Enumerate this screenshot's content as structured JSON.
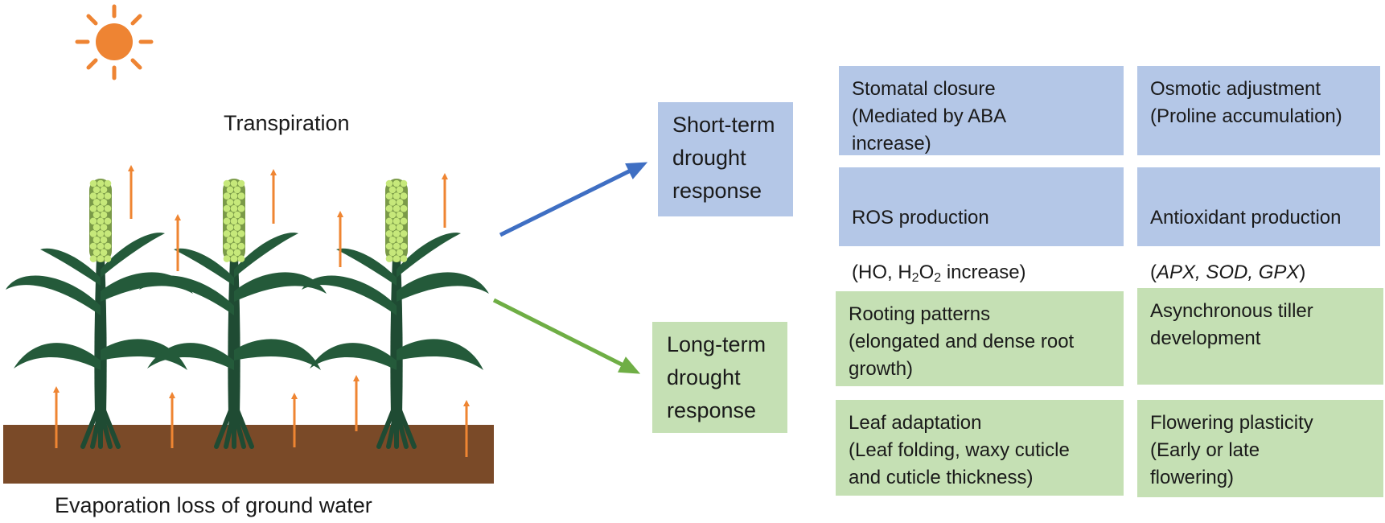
{
  "colors": {
    "sun": "#ee8433",
    "arrow_orange": "#ef8532",
    "soil": "#7a4a28",
    "stalk": "#1f4b33",
    "leaf": "#245a3a",
    "tassel": "#c6e87a",
    "blue_box": "#b4c7e7",
    "green_box": "#c5e0b4",
    "blue_arrow": "#3f6fc3",
    "green_arrow": "#6fae45"
  },
  "illustration": {
    "transpiration_label": "Transpiration",
    "ground_label": "Evaporation loss of ground water",
    "sun_icon": "sun-icon",
    "plant_icon": "millet-plant-icon"
  },
  "short_term": {
    "title": "Short-term\ndrought\nresponse",
    "boxes": {
      "stomatal": "Stomatal closure\n(Mediated by ABA\nincrease)",
      "osmotic": "Osmotic adjustment\n(Proline accumulation)",
      "ros_title": "ROS production",
      "ros_prefix": "(HO, H",
      "ros_sub1": "2",
      "ros_mid": "O",
      "ros_sub2": "2",
      "ros_suffix": " increase)",
      "antioxidant_title": "Antioxidant production",
      "antioxidant_open": "(",
      "antioxidant_enzymes": "APX, SOD, GPX",
      "antioxidant_close": ")"
    }
  },
  "long_term": {
    "title": "Long-term\ndrought\nresponse",
    "boxes": {
      "rooting": "Rooting patterns\n(elongated and dense root\ngrowth)",
      "tiller": "Asynchronous tiller\ndevelopment",
      "leaf": "Leaf adaptation\n(Leaf folding, waxy cuticle\nand cuticle thickness)",
      "flowering": "Flowering plasticity\n(Early or late\nflowering)"
    }
  }
}
